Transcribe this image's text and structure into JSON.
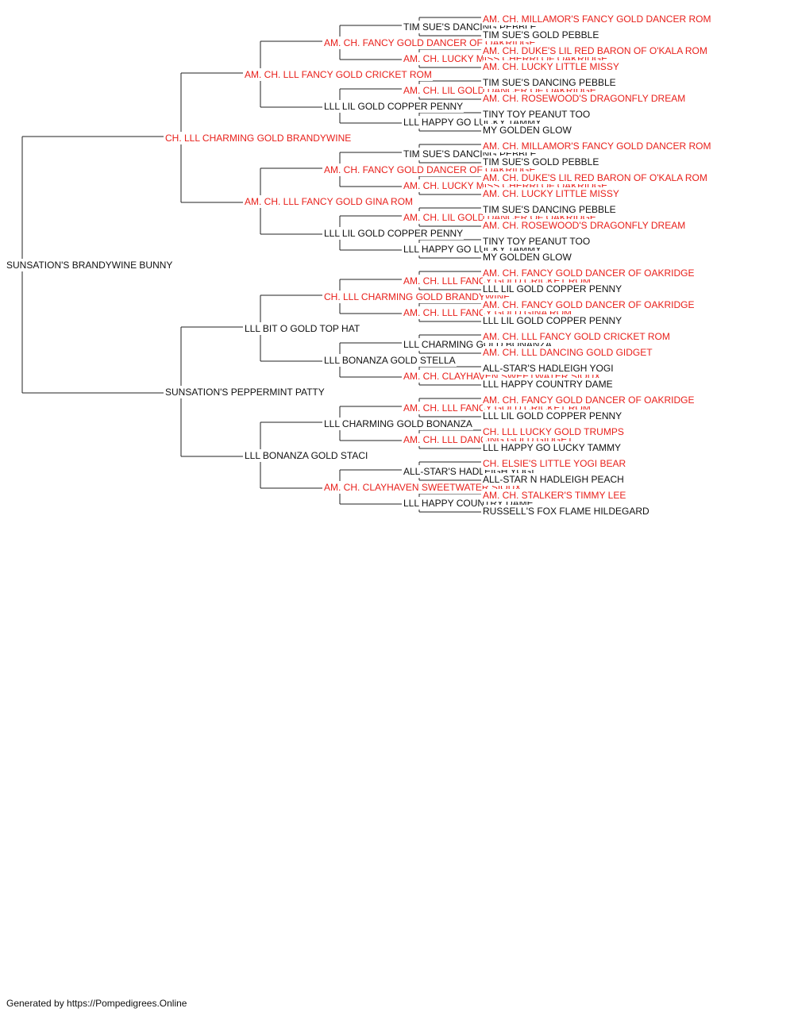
{
  "colors": {
    "champion": "#e8201b",
    "plain": "#111111",
    "line": "#222222"
  },
  "pedigree": {
    "name": "SUNSATION'S BRANDYWINE BUNNY",
    "champion": false,
    "sire": {
      "name": "CH. LLL CHARMING GOLD BRANDYWINE",
      "champion": true,
      "sire": {
        "name": "AM. CH. LLL FANCY GOLD CRICKET ROM",
        "champion": true,
        "sire": {
          "name": "AM. CH. FANCY GOLD DANCER OF OAKRIDGE",
          "champion": true,
          "sire": {
            "name": "TIM SUE'S DANCING PEBBLE",
            "champion": false,
            "sire": {
              "name": "AM. CH. MILLAMOR'S FANCY GOLD DANCER ROM",
              "champion": true
            },
            "dam": {
              "name": "TIM SUE'S GOLD PEBBLE",
              "champion": false
            }
          },
          "dam": {
            "name": "AM. CH. LUCKY MISS CHERRI OF OAKRIDGE",
            "champion": true,
            "sire": {
              "name": "AM. CH. DUKE'S LIL RED BARON OF O'KALA ROM",
              "champion": true
            },
            "dam": {
              "name": "AM. CH. LUCKY LITTLE MISSY",
              "champion": true
            }
          }
        },
        "dam": {
          "name": "LLL LIL GOLD COPPER PENNY",
          "champion": false,
          "sire": {
            "name": "AM. CH. LIL GOLD DANCER OF OAKRIDGE",
            "champion": true,
            "sire": {
              "name": "TIM SUE'S DANCING PEBBLE",
              "champion": false
            },
            "dam": {
              "name": "AM. CH. ROSEWOOD'S DRAGONFLY DREAM",
              "champion": true
            }
          },
          "dam": {
            "name": "LLL HAPPY GO LUCKY TAMMY",
            "champion": false,
            "sire": {
              "name": "TINY TOY PEANUT TOO",
              "champion": false
            },
            "dam": {
              "name": "MY GOLDEN GLOW",
              "champion": false
            }
          }
        }
      },
      "dam": {
        "name": "AM. CH. LLL FANCY GOLD GINA ROM",
        "champion": true,
        "sire": {
          "name": "AM. CH. FANCY GOLD DANCER OF OAKRIDGE",
          "champion": true,
          "sire": {
            "name": "TIM SUE'S DANCING PEBBLE",
            "champion": false,
            "sire": {
              "name": "AM. CH. MILLAMOR'S FANCY GOLD DANCER ROM",
              "champion": true
            },
            "dam": {
              "name": "TIM SUE'S GOLD PEBBLE",
              "champion": false
            }
          },
          "dam": {
            "name": "AM. CH. LUCKY MISS CHERRI OF OAKRIDGE",
            "champion": true,
            "sire": {
              "name": "AM. CH. DUKE'S LIL RED BARON OF O'KALA ROM",
              "champion": true
            },
            "dam": {
              "name": "AM. CH. LUCKY LITTLE MISSY",
              "champion": true
            }
          }
        },
        "dam": {
          "name": "LLL LIL GOLD COPPER PENNY",
          "champion": false,
          "sire": {
            "name": "AM. CH. LIL GOLD DANCER OF OAKRIDGE",
            "champion": true,
            "sire": {
              "name": "TIM SUE'S DANCING PEBBLE",
              "champion": false
            },
            "dam": {
              "name": "AM. CH. ROSEWOOD'S DRAGONFLY DREAM",
              "champion": true
            }
          },
          "dam": {
            "name": "LLL HAPPY GO LUCKY TAMMY",
            "champion": false,
            "sire": {
              "name": "TINY TOY PEANUT TOO",
              "champion": false
            },
            "dam": {
              "name": "MY GOLDEN GLOW",
              "champion": false
            }
          }
        }
      }
    },
    "dam": {
      "name": "SUNSATION'S PEPPERMINT PATTY",
      "champion": false,
      "sire": {
        "name": "LLL BIT O GOLD TOP HAT",
        "champion": false,
        "sire": {
          "name": "CH. LLL CHARMING GOLD BRANDYWINE",
          "champion": true,
          "sire": {
            "name": "AM. CH. LLL FANCY GOLD CRICKET ROM",
            "champion": true,
            "sire": {
              "name": "AM. CH. FANCY GOLD DANCER OF OAKRIDGE",
              "champion": true
            },
            "dam": {
              "name": "LLL LIL GOLD COPPER PENNY",
              "champion": false
            }
          },
          "dam": {
            "name": "AM. CH. LLL FANCY GOLD GINA ROM",
            "champion": true,
            "sire": {
              "name": "AM. CH. FANCY GOLD DANCER OF OAKRIDGE",
              "champion": true
            },
            "dam": {
              "name": "LLL LIL GOLD COPPER PENNY",
              "champion": false
            }
          }
        },
        "dam": {
          "name": "LLL BONANZA GOLD STELLA",
          "champion": false,
          "sire": {
            "name": "LLL CHARMING GOLD BONANZA",
            "champion": false,
            "sire": {
              "name": "AM. CH. LLL FANCY GOLD CRICKET ROM",
              "champion": true
            },
            "dam": {
              "name": "AM. CH. LLL DANCING GOLD GIDGET",
              "champion": true
            }
          },
          "dam": {
            "name": "AM. CH. CLAYHAVEN SWEETWATER SIOUX",
            "champion": true,
            "sire": {
              "name": "ALL-STAR'S HADLEIGH YOGI",
              "champion": false
            },
            "dam": {
              "name": "LLL HAPPY COUNTRY DAME",
              "champion": false
            }
          }
        }
      },
      "dam": {
        "name": "LLL BONANZA GOLD STACI",
        "champion": false,
        "sire": {
          "name": "LLL CHARMING GOLD BONANZA",
          "champion": false,
          "sire": {
            "name": "AM. CH. LLL FANCY GOLD CRICKET ROM",
            "champion": true,
            "sire": {
              "name": "AM. CH. FANCY GOLD DANCER OF OAKRIDGE",
              "champion": true
            },
            "dam": {
              "name": "LLL LIL GOLD COPPER PENNY",
              "champion": false
            }
          },
          "dam": {
            "name": "AM. CH. LLL DANCING GOLD GIDGET",
            "champion": true,
            "sire": {
              "name": "CH. LLL LUCKY GOLD TRUMPS",
              "champion": true
            },
            "dam": {
              "name": "LLL HAPPY GO LUCKY TAMMY",
              "champion": false
            }
          }
        },
        "dam": {
          "name": "AM. CH. CLAYHAVEN SWEETWATER SIOUX",
          "champion": true,
          "sire": {
            "name": "ALL-STAR'S HADLEIGH YOGI",
            "champion": false,
            "sire": {
              "name": "CH. ELSIE'S LITTLE YOGI BEAR",
              "champion": true
            },
            "dam": {
              "name": "ALL-STAR N HADLEIGH PEACH",
              "champion": false
            }
          },
          "dam": {
            "name": "LLL HAPPY COUNTRY DAME",
            "champion": false,
            "sire": {
              "name": "AM. CH. STALKER'S TIMMY LEE",
              "champion": true
            },
            "dam": {
              "name": "RUSSELL'S FOX FLAME HILDEGARD",
              "champion": false
            }
          }
        }
      }
    }
  },
  "footer": "Generated by https://Pompedigrees.Online"
}
